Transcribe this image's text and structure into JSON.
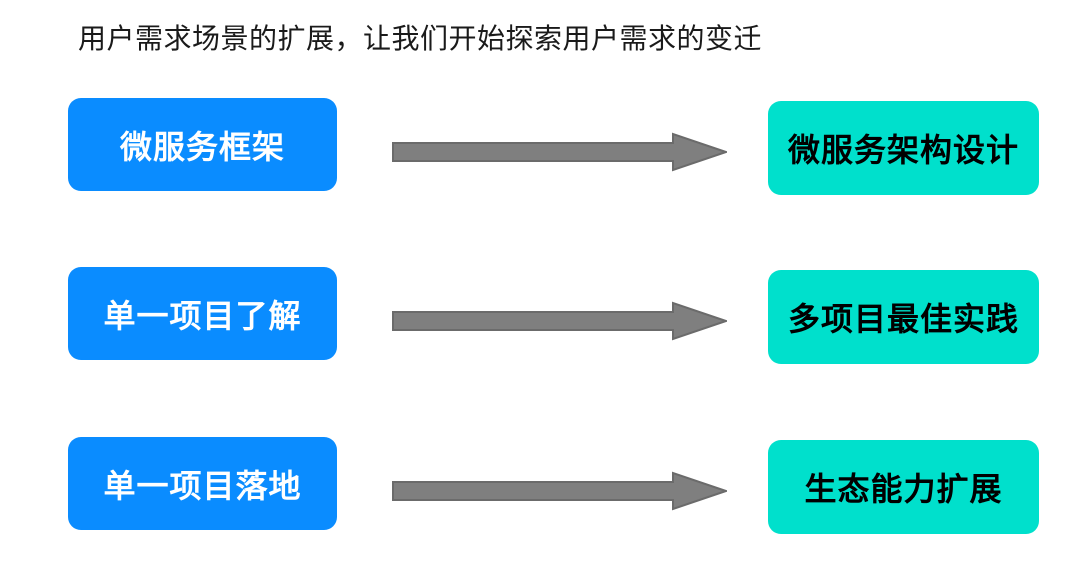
{
  "slide": {
    "title": "用户需求场景的扩展，让我们开始探索用户需求的变迁"
  },
  "colors": {
    "background": "#ffffff",
    "title_text": "#1a1a1a",
    "source_box": "#0a8cff",
    "source_text": "#ffffff",
    "target_box": "#00e0cc",
    "target_text": "#000000",
    "arrow_fill": "#7f7f7f",
    "arrow_stroke": "#6b6b6b"
  },
  "rows": [
    {
      "source": "微服务框架",
      "target": "微服务架构设计"
    },
    {
      "source": "单一项目了解",
      "target": "多项目最佳实践"
    },
    {
      "source": "单一项目落地",
      "target": "生态能力扩展"
    }
  ]
}
